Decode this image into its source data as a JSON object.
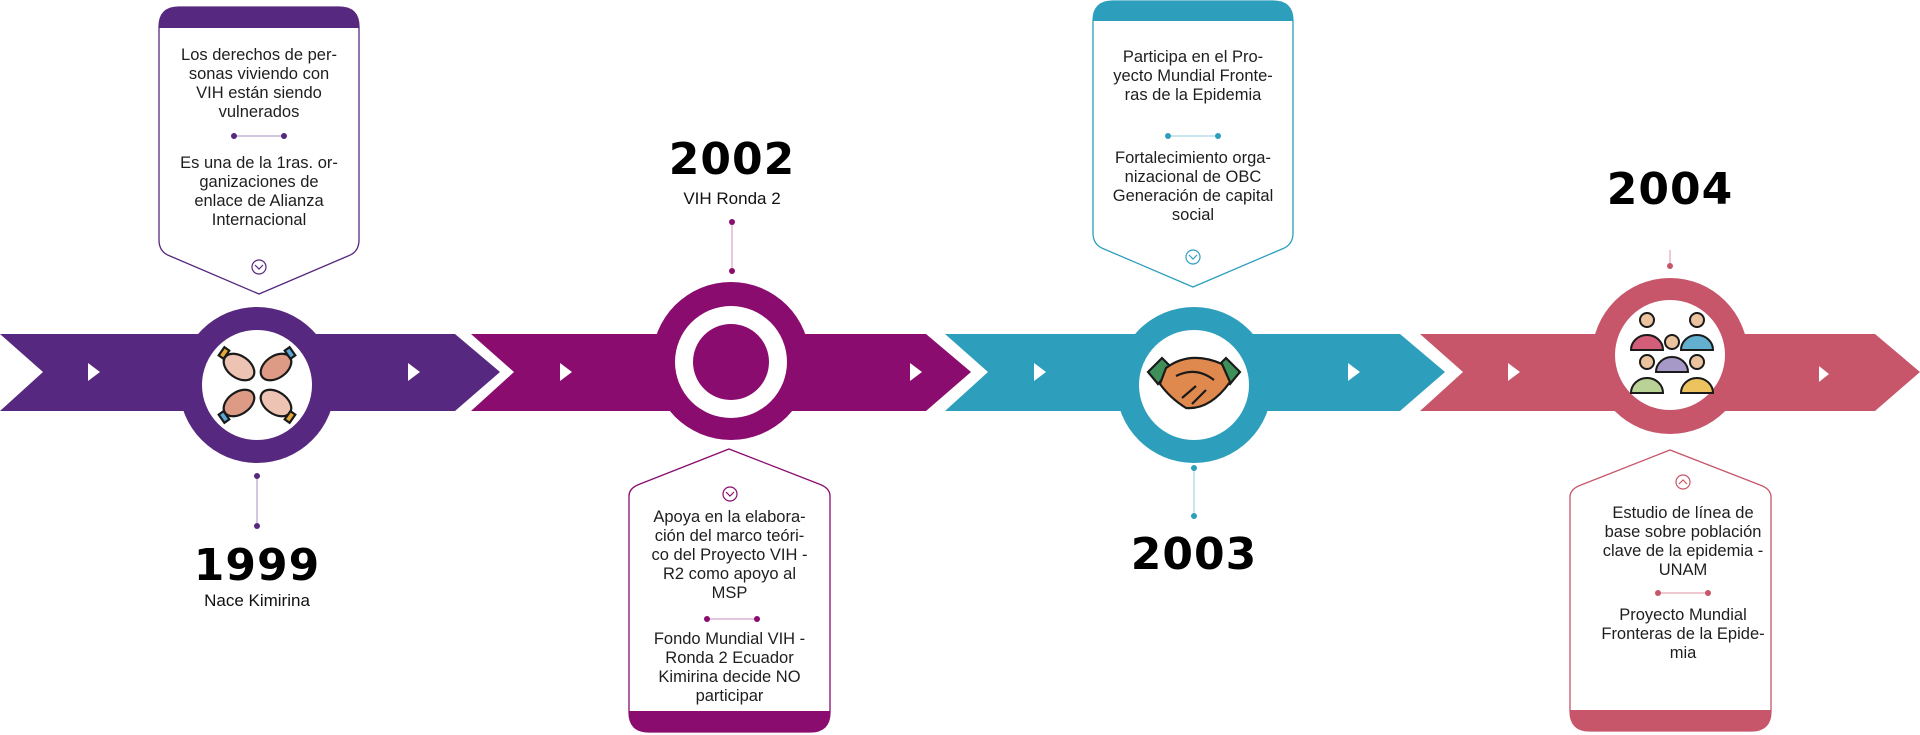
{
  "colors": {
    "purple": "#57287f",
    "magenta": "#8a0c6e",
    "teal": "#2d9fbd",
    "pink": "#c7566b"
  },
  "milestones": [
    {
      "year": "1999",
      "subtitle": "Nace Kimirina",
      "icon": "hands-together-icon",
      "card": {
        "para1": [
          "Los derechos de per-",
          "sonas viviendo con",
          "VIH están siendo",
          "vulnerados"
        ],
        "para2": [
          "Es una de la 1ras. or-",
          "ganizaciones de",
          "enlace de Alianza",
          "Internacional"
        ]
      }
    },
    {
      "year": "2002",
      "subtitle": "VIH Ronda 2",
      "icon": "ring-icon",
      "card": {
        "para1": [
          "Apoya en la elabora-",
          "ción del marco teóri-",
          "co del Proyecto VIH -",
          "R2 como apoyo al",
          "MSP"
        ],
        "para2": [
          "Fondo Mundial VIH -",
          "Ronda 2 Ecuador",
          "Kimirina decide NO",
          "participar"
        ]
      }
    },
    {
      "year": "2003",
      "subtitle": "",
      "icon": "handshake-icon",
      "card": {
        "para1": [
          "Participa en el Pro-",
          "yecto Mundial Fronte-",
          "ras de la Epidemia"
        ],
        "para2": [
          "Fortalecimiento orga-",
          "nizacional de OBC",
          "Generación de capital",
          "social"
        ]
      }
    },
    {
      "year": "2004",
      "subtitle": "",
      "icon": "people-group-icon",
      "card": {
        "para1": [
          "Estudio de línea de",
          "base sobre población",
          "clave de la epidemia -",
          "UNAM"
        ],
        "para2": [
          "Proyecto Mundial",
          "Fronteras de la Epide-",
          "mia"
        ]
      }
    }
  ]
}
